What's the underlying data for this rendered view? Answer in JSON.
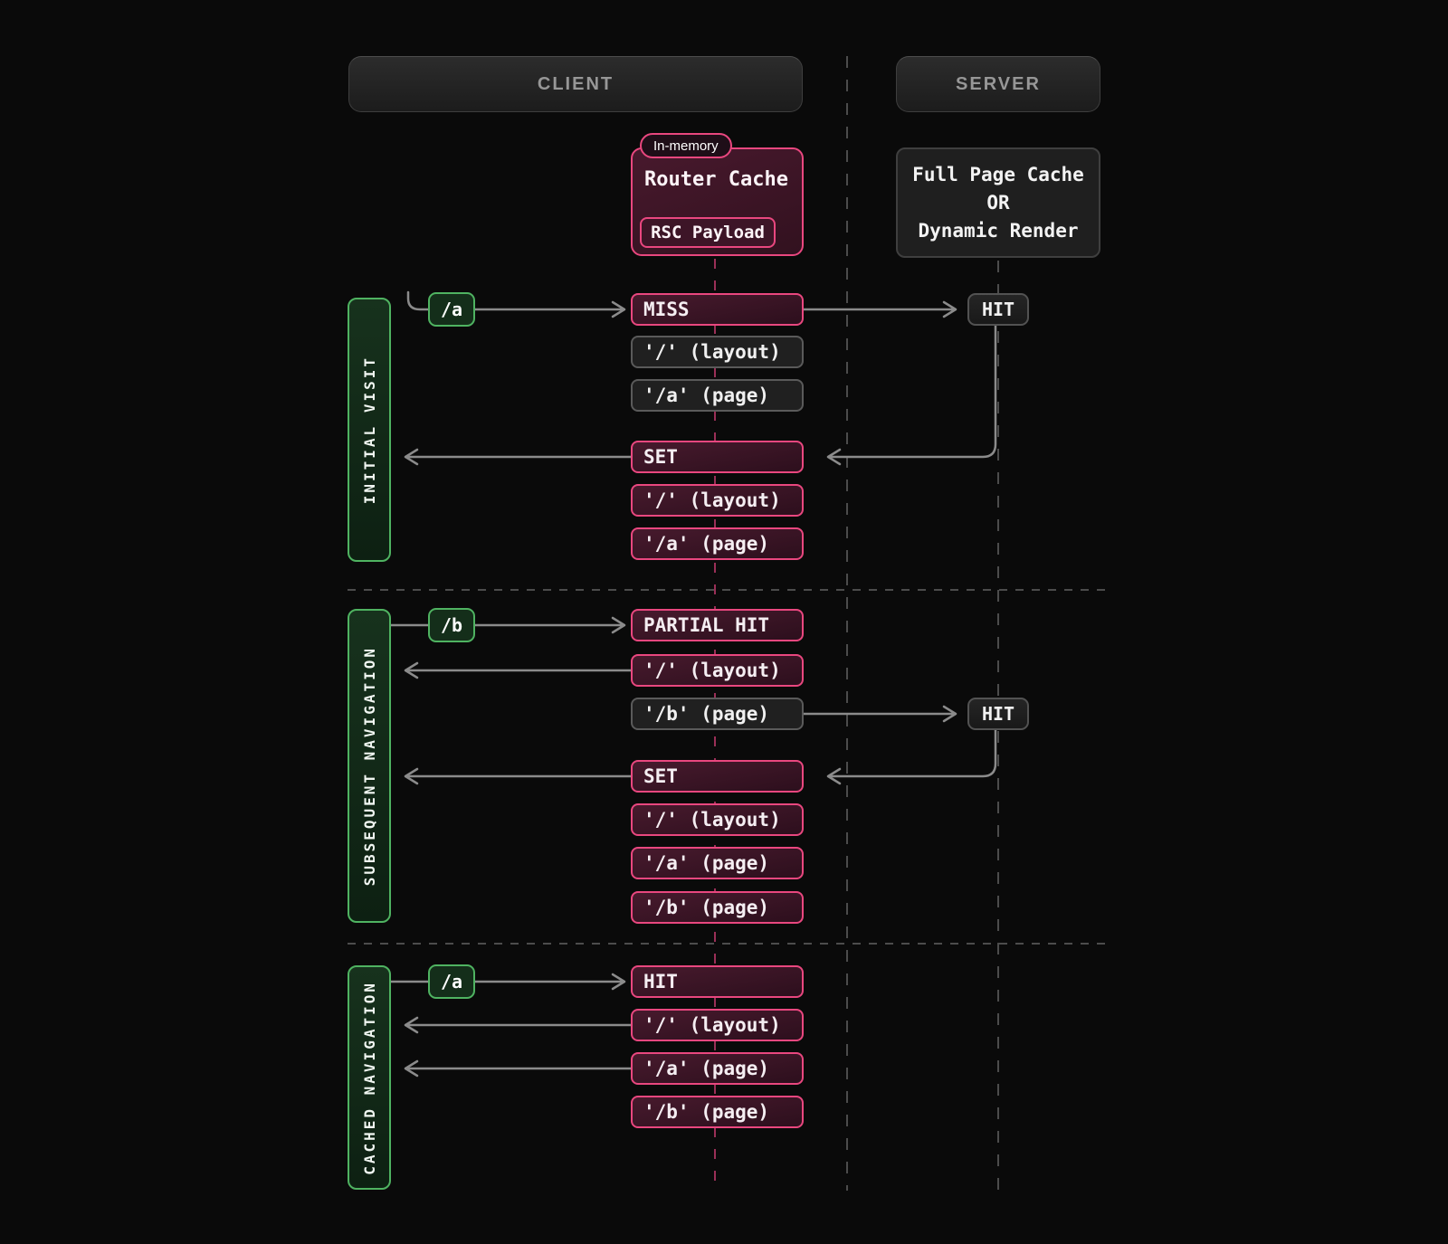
{
  "columns": {
    "client": "CLIENT",
    "server": "SERVER"
  },
  "router_cache": {
    "tag": "In-memory",
    "title": "Router Cache",
    "payload": "RSC Payload"
  },
  "server_store": {
    "lines": [
      "Full Page Cache",
      "OR",
      "Dynamic Render"
    ]
  },
  "colors": {
    "background": "#0a0a0a",
    "pink_accent": "#e9477f",
    "pink_lifeline": "#9a2f57",
    "green_accent": "#4fb361",
    "arrow_gray": "#8b8b8b",
    "dashed_gray": "#4c4c4c"
  },
  "sections": [
    {
      "label": "INITIAL VISIT",
      "route": "/a",
      "request": {
        "status": "MISS",
        "items": [
          "'/' (layout)",
          "'/a' (page)"
        ],
        "server_status": "HIT"
      },
      "response": {
        "status": "SET",
        "items": [
          "'/' (layout)",
          "'/a' (page)"
        ]
      }
    },
    {
      "label": "SUBSEQUENT NAVIGATION",
      "route": "/b",
      "request": {
        "status": "PARTIAL HIT"
      },
      "cache_return": [
        "'/' (layout)"
      ],
      "server_request": {
        "item": "'/b' (page)",
        "server_status": "HIT"
      },
      "response": {
        "status": "SET",
        "items": [
          "'/' (layout)",
          "'/a' (page)",
          "'/b' (page)"
        ]
      }
    },
    {
      "label": "CACHED NAVIGATION",
      "route": "/a",
      "request": {
        "status": "HIT"
      },
      "cache_return": [
        "'/' (layout)",
        "'/a' (page)",
        "'/b' (page)"
      ]
    }
  ]
}
